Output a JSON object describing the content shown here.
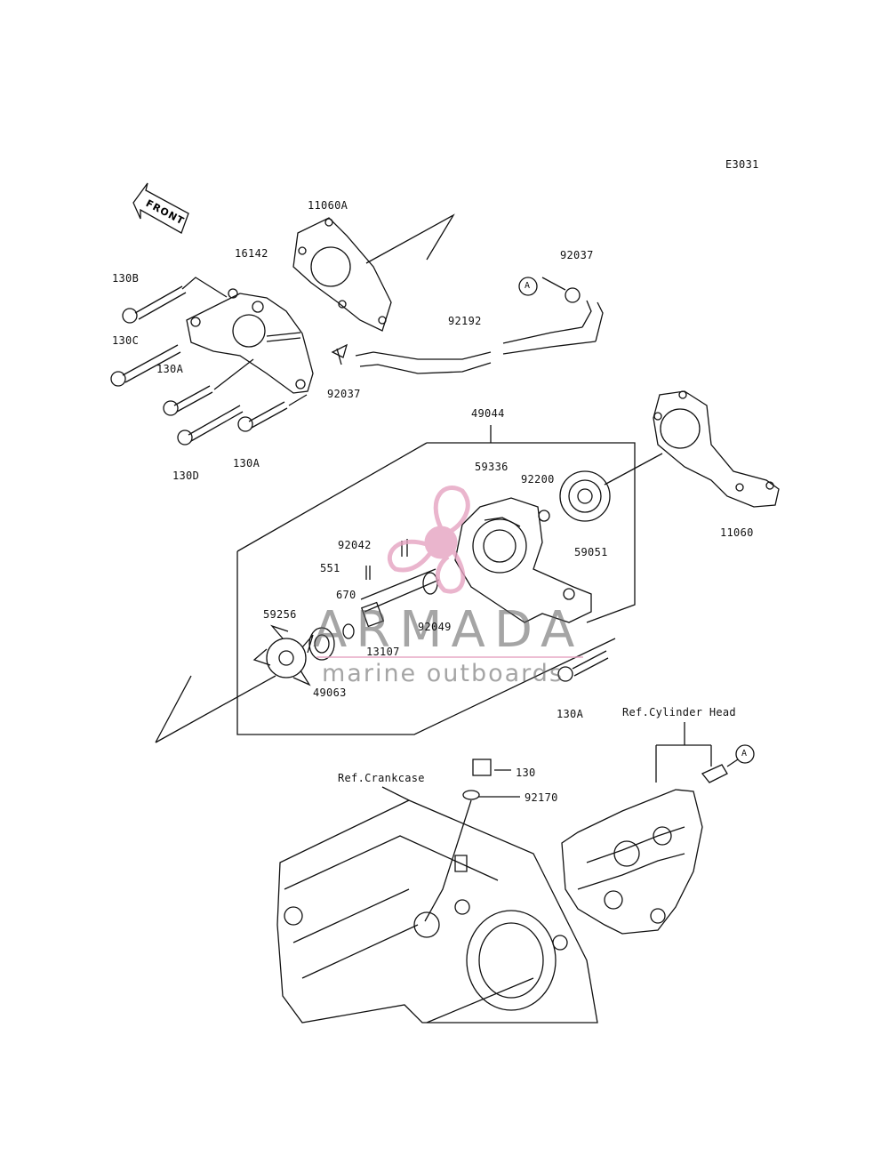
{
  "diagram": {
    "code": "E3031",
    "front_label": "FRONT",
    "callouts": [
      {
        "id": "11060A",
        "text": "11060A"
      },
      {
        "id": "16142",
        "text": "16142"
      },
      {
        "id": "130B",
        "text": "130B"
      },
      {
        "id": "130C",
        "text": "130C"
      },
      {
        "id": "130A_top",
        "text": "130A"
      },
      {
        "id": "130D",
        "text": "130D"
      },
      {
        "id": "130A_mid",
        "text": "130A"
      },
      {
        "id": "92037_low",
        "text": "92037"
      },
      {
        "id": "92192",
        "text": "92192"
      },
      {
        "id": "92037_top",
        "text": "92037"
      },
      {
        "id": "49044",
        "text": "49044"
      },
      {
        "id": "59336",
        "text": "59336"
      },
      {
        "id": "92200",
        "text": "92200"
      },
      {
        "id": "11060",
        "text": "11060"
      },
      {
        "id": "59051",
        "text": "59051"
      },
      {
        "id": "92042",
        "text": "92042"
      },
      {
        "id": "551",
        "text": "551"
      },
      {
        "id": "670",
        "text": "670"
      },
      {
        "id": "59256",
        "text": "59256"
      },
      {
        "id": "92049",
        "text": "92049"
      },
      {
        "id": "13107",
        "text": "13107"
      },
      {
        "id": "49063",
        "text": "49063"
      },
      {
        "id": "130A_bot",
        "text": "130A"
      },
      {
        "id": "ref_cyl",
        "text": "Ref.Cylinder Head"
      },
      {
        "id": "130",
        "text": "130"
      },
      {
        "id": "92170",
        "text": "92170"
      },
      {
        "id": "ref_crank",
        "text": "Ref.Crankcase"
      }
    ],
    "ref_marker": "A"
  },
  "watermark": {
    "title": "ARMADA",
    "subtitle": "marine outboards",
    "accent_color": "#e5a3c1"
  }
}
